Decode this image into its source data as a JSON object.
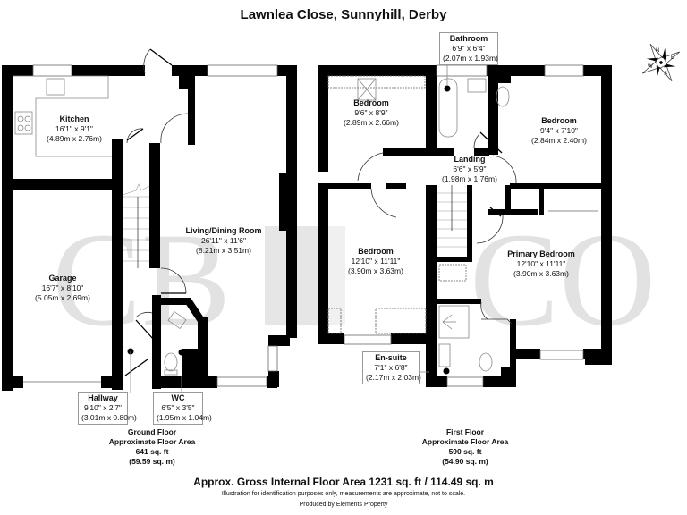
{
  "title": "Lawnlea Close, Sunnyhill, Derby",
  "watermark": {
    "left": "CB",
    "right": "CO",
    "middle_block": "H"
  },
  "ground_floor": {
    "rooms": [
      {
        "id": "kitchen",
        "name": "Kitchen",
        "imperial": "16'1\" x 9'1\"",
        "metric": "(4.89m x 2.76m)"
      },
      {
        "id": "living",
        "name": "Living/Dining Room",
        "imperial": "26'11\" x 11'6\"",
        "metric": "(8.21m x 3.51m)"
      },
      {
        "id": "garage",
        "name": "Garage",
        "imperial": "16'7\" x 8'10\"",
        "metric": "(5.05m x 2.69m)"
      },
      {
        "id": "hallway",
        "name": "Hallway",
        "imperial": "9'10\" x 2'7\"",
        "metric": "(3.01m x 0.80m)"
      },
      {
        "id": "wc",
        "name": "WC",
        "imperial": "6'5\" x 3'5\"",
        "metric": "(1.95m x 1.04m)"
      }
    ],
    "area": {
      "label": "Ground Floor",
      "sub": "Approximate Floor Area",
      "sqft": "641 sq. ft",
      "sqm": "(59.59 sq. m)"
    }
  },
  "first_floor": {
    "rooms": [
      {
        "id": "bathroom",
        "name": "Bathroom",
        "imperial": "6'9\" x 6'4\"",
        "metric": "(2.07m x 1.93m)"
      },
      {
        "id": "bedroom2",
        "name": "Bedroom",
        "imperial": "9'6\" x 8'9\"",
        "metric": "(2.89m x 2.66m)"
      },
      {
        "id": "bedroom3",
        "name": "Bedroom",
        "imperial": "9'4\" x 7'10\"",
        "metric": "(2.84m x 2.40m)"
      },
      {
        "id": "landing",
        "name": "Landing",
        "imperial": "6'6\" x 5'9\"",
        "metric": "(1.98m x 1.76m)"
      },
      {
        "id": "bedroom4",
        "name": "Bedroom",
        "imperial": "12'10\" x 11'11\"",
        "metric": "(3.90m x 3.63m)"
      },
      {
        "id": "primary",
        "name": "Primary Bedroom",
        "imperial": "12'10\" x 11'11\"",
        "metric": "(3.90m x 3.63m)"
      },
      {
        "id": "ensuite",
        "name": "En-suite",
        "imperial": "7'1\" x 6'8\"",
        "metric": "(2.17m x 2.03m)"
      }
    ],
    "area": {
      "label": "First Floor",
      "sub": "Approximate Floor Area",
      "sqft": "590 sq. ft",
      "sqm": "(54.90 sq. m)"
    }
  },
  "compass": {
    "icon": "compass-rose-icon",
    "letters": [
      "N",
      "E",
      "S",
      "W"
    ]
  },
  "footer": {
    "gross": "Approx. Gross Internal Floor Area 1231 sq. ft / 114.49 sq. m",
    "disclaimer": "Illustration for identification purposes only, measurements are approximate, not to scale.",
    "producer": "Produced by Elements Property"
  }
}
